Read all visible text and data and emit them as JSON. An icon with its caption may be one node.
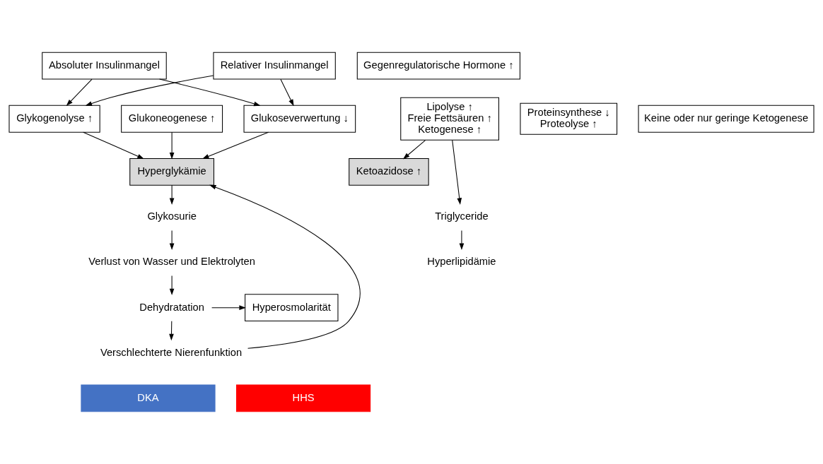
{
  "diagram": {
    "nodes": [
      {
        "text": [
          "Absoluter Insulinmangel"
        ]
      },
      {
        "text": [
          "Gegenregulatorische Hormone ↑"
        ]
      },
      {
        "text": [
          "Relativer Insulinmangel"
        ]
      },
      {
        "text": [
          "Lipolyse ↑",
          "Freie Fettsäuren ↑",
          "Ketogenese ↑"
        ]
      },
      {
        "text": [
          "Proteinsynthese ↓",
          "Proteolyse ↑"
        ]
      },
      {
        "text": [
          "Keine oder nur geringe Ketogenese"
        ]
      },
      {
        "text": [
          "Glukoseverwertung ↓"
        ]
      },
      {
        "text": [
          "Glukoneogenese ↑"
        ]
      },
      {
        "text": [
          "Glykogenolyse ↑"
        ]
      },
      {
        "text": [
          "Ketoazidose ↑"
        ]
      },
      {
        "text": [
          "Hyperglykämie"
        ]
      },
      {
        "text": [
          "Triglyceride"
        ]
      },
      {
        "text": [
          "Hyperlipidämie"
        ]
      },
      {
        "text": [
          "Glykosurie"
        ]
      },
      {
        "text": [
          "Verlust von Wasser und Elektrolyten"
        ]
      },
      {
        "text": [
          "Dehydratation"
        ]
      },
      {
        "text": [
          "Hyperosmolarität"
        ]
      },
      {
        "text": [
          "Verschlechterte Nierenfunktion"
        ]
      },
      {
        "text": [
          "DKA"
        ]
      },
      {
        "text": [
          "HHS"
        ]
      }
    ],
    "edges": [
      {
        "from": 0,
        "to": 6,
        "arrow": "to"
      },
      {
        "from": 0,
        "to": 8,
        "arrow": "to"
      },
      {
        "from": 2,
        "to": 6,
        "arrow": "to"
      },
      {
        "from": 2,
        "to": 8,
        "arrow": "to"
      },
      {
        "from": 3,
        "to": 9,
        "arrow": "to"
      },
      {
        "from": 3,
        "to": 11,
        "arrow": "to"
      },
      {
        "from": 11,
        "to": 12,
        "arrow": "to"
      },
      {
        "from": 6,
        "to": 10,
        "arrow": "to"
      },
      {
        "from": 7,
        "to": 10,
        "arrow": "to"
      },
      {
        "from": 8,
        "to": 10,
        "arrow": "to"
      },
      {
        "from": 10,
        "to": 13,
        "arrow": "to"
      },
      {
        "from": 13,
        "to": 14,
        "arrow": "to"
      },
      {
        "from": 14,
        "to": 15,
        "arrow": "to"
      },
      {
        "from": 15,
        "to": 16,
        "arrow": "to"
      },
      {
        "from": 15,
        "to": 17,
        "arrow": "to"
      },
      {
        "from": 17,
        "to": 10,
        "arrow": "to"
      }
    ]
  }
}
